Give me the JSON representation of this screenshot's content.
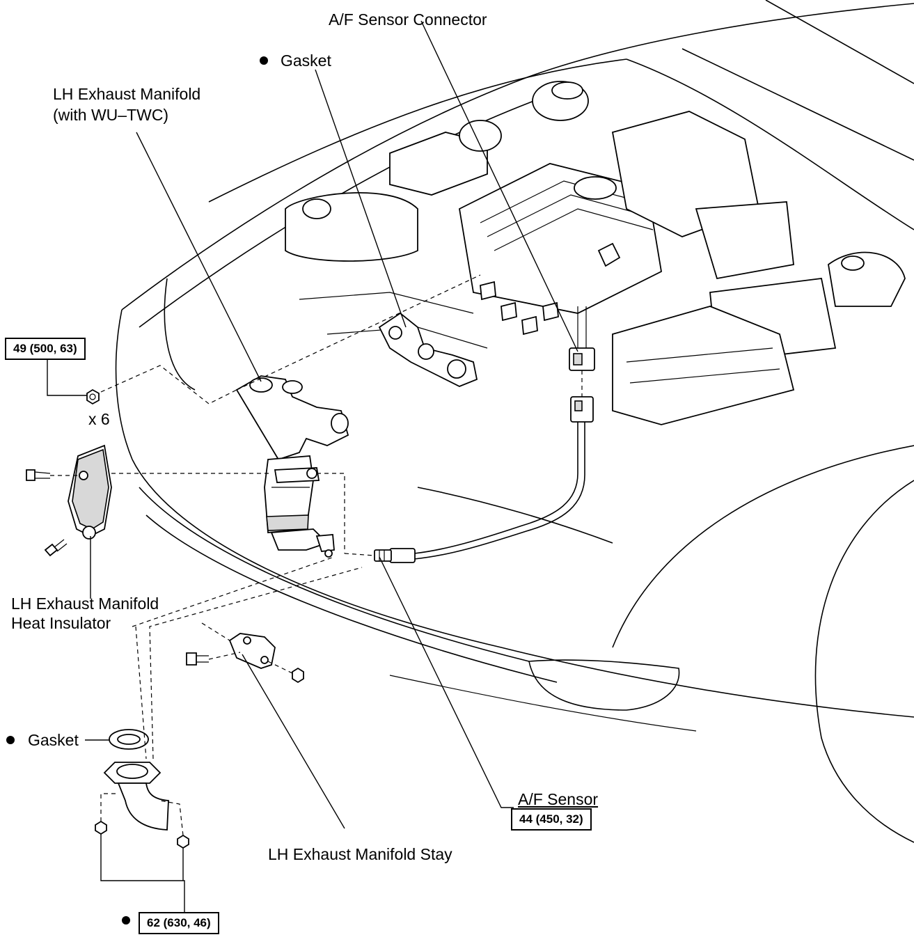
{
  "labels": {
    "af_sensor_connector": "A/F Sensor Connector",
    "gasket_top": "Gasket",
    "lh_exhaust_manifold_line1": "LH Exhaust Manifold",
    "lh_exhaust_manifold_line2": "(with WU–TWC)",
    "x6": "x 6",
    "heat_insulator_line1": "LH  Exhaust  Manifold",
    "heat_insulator_line2": "Heat Insulator",
    "gasket_bottom": "Gasket",
    "af_sensor": "A/F Sensor",
    "manifold_stay": "LH Exhaust Manifold Stay"
  },
  "torque_specs": {
    "manifold_nut": "49 (500, 63)",
    "af_sensor": "44 (450, 32)",
    "front_pipe_nut": "62 (630, 46)"
  },
  "legend": {
    "non_reusable_marker": "●"
  }
}
